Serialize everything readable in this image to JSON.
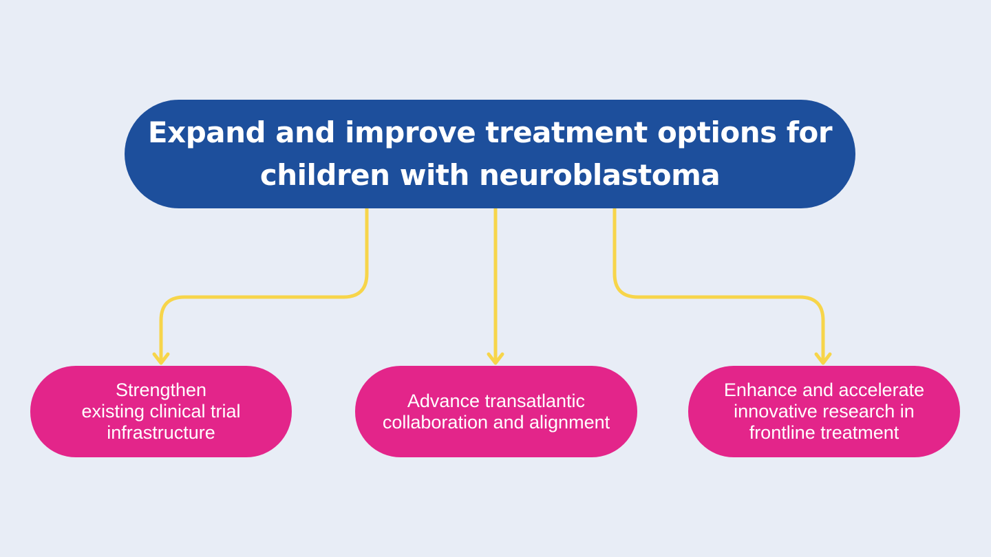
{
  "diagram": {
    "main": {
      "label": "Expand and improve treatment options for children with neuroblastoma",
      "color": "#1d4f9c"
    },
    "children": [
      {
        "label": "Strengthen\nexisting clinical trial\ninfrastructure"
      },
      {
        "label": "Advance transatlantic\ncollaboration and alignment"
      },
      {
        "label": "Enhance and accelerate\ninnovative research in\nfrontline treatment"
      }
    ],
    "child_color": "#e3258a",
    "connector_color": "#f7d54a",
    "background_color": "#e8edf6"
  }
}
